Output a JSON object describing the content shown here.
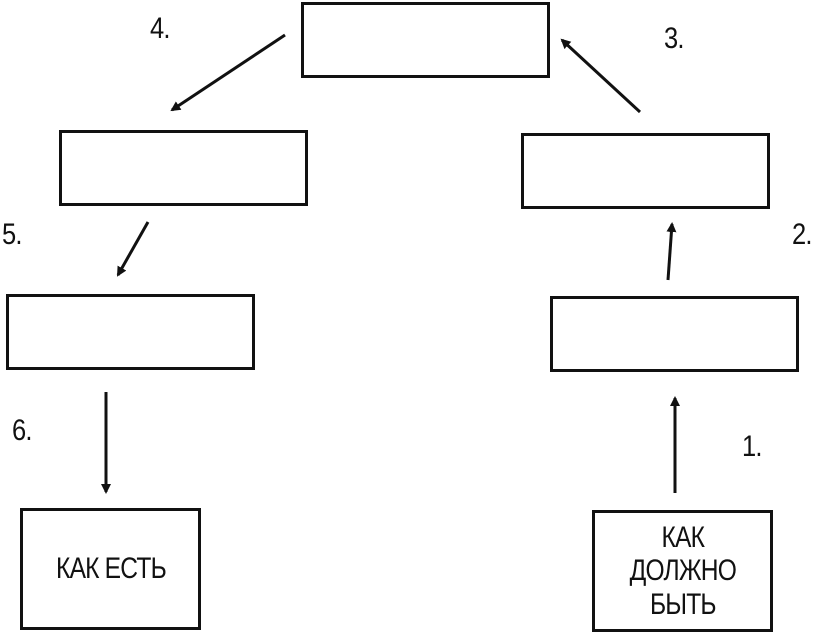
{
  "steps": {
    "step1": "1.",
    "step2": "2.",
    "step3": "3.",
    "step4": "4.",
    "step5": "5.",
    "step6": "6."
  },
  "boxes": {
    "as_is": "КАК ЕСТЬ",
    "to_be": "КАК\nДОЛЖНО\nБЫТЬ"
  },
  "colors": {
    "stroke": "#111111",
    "background": "#ffffff"
  }
}
